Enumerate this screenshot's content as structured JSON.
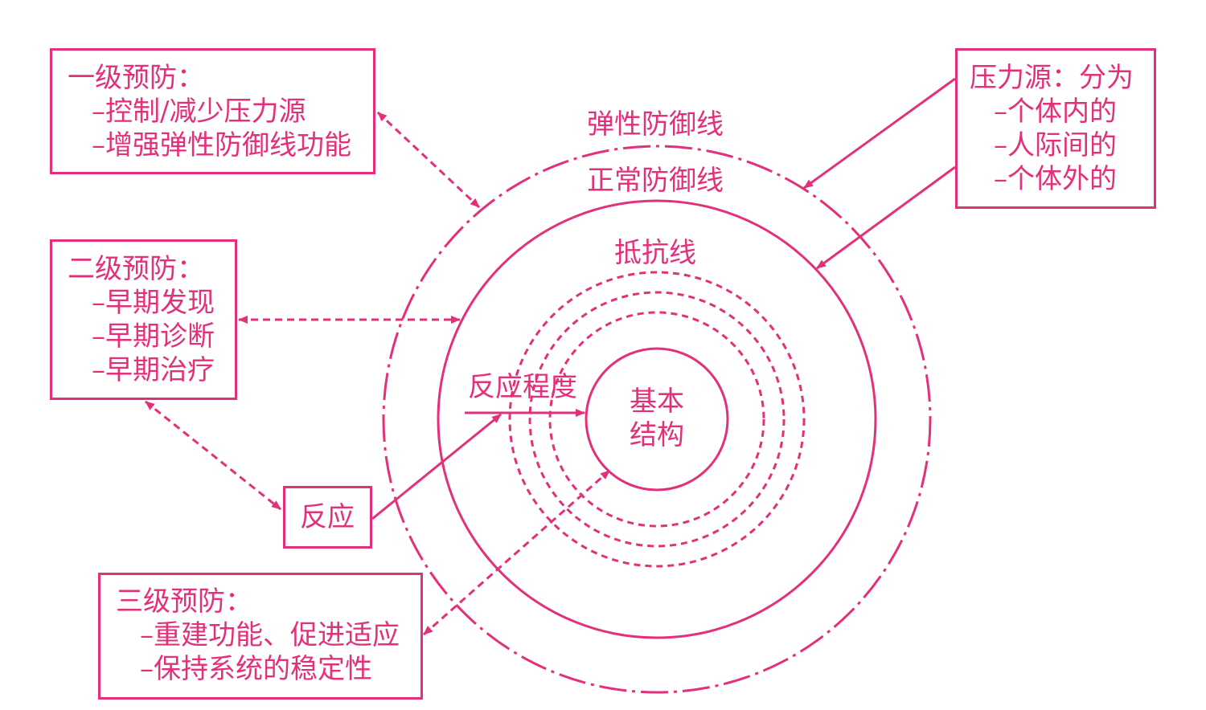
{
  "colors": {
    "accent": "#e2307a"
  },
  "primary_prevention": {
    "title": "一级预防：",
    "items": [
      "–控制/减少压力源",
      "–增强弹性防御线功能"
    ]
  },
  "secondary_prevention": {
    "title": "二级预防：",
    "items": [
      "–早期发现",
      "–早期诊断",
      "–早期治疗"
    ]
  },
  "tertiary_prevention": {
    "title": "三级预防：",
    "items": [
      "–重建功能、促进适应",
      "–保持系统的稳定性"
    ]
  },
  "stressors": {
    "title": "压力源：分为",
    "items": [
      "–个体内的",
      "–人际间的",
      "–个体外的"
    ]
  },
  "reaction_box": {
    "label": "反应"
  },
  "circles": {
    "flexible_line": "弹性防御线",
    "normal_line": "正常防御线",
    "resistance_lines": "抵抗线",
    "reaction_degree": "反应程度",
    "basic_structure": [
      "基本",
      "结构"
    ]
  }
}
